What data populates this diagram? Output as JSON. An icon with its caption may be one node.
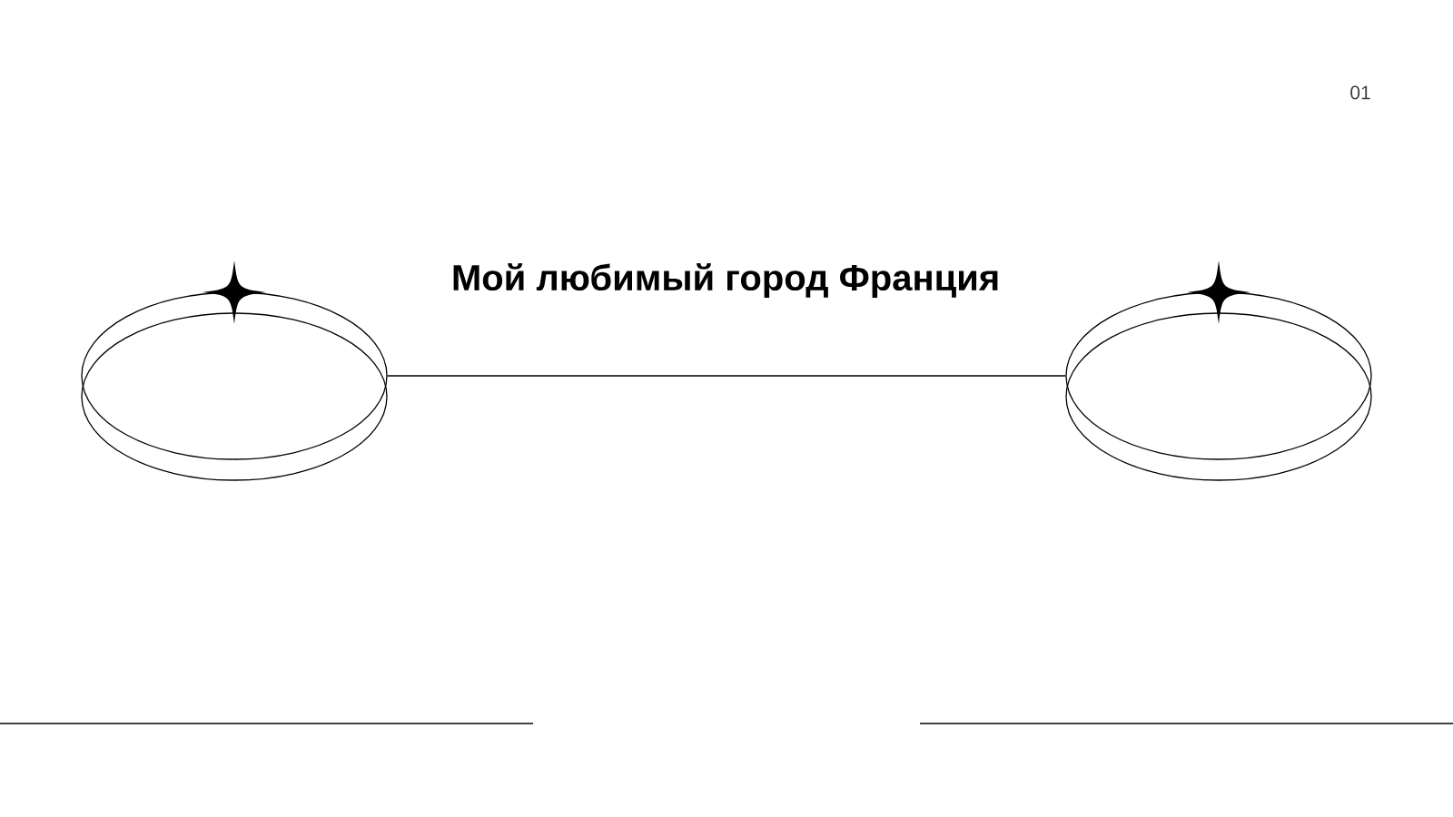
{
  "diagram": {
    "title": "Мой любимый город Франция",
    "nodes": [
      {
        "text": [],
        "shape": "ellipse"
      },
      {
        "text": [],
        "shape": "ellipse"
      }
    ],
    "edges": [
      {
        "from": 0,
        "to": 1,
        "arrow": "none"
      }
    ],
    "labels": [
      "01"
    ]
  }
}
